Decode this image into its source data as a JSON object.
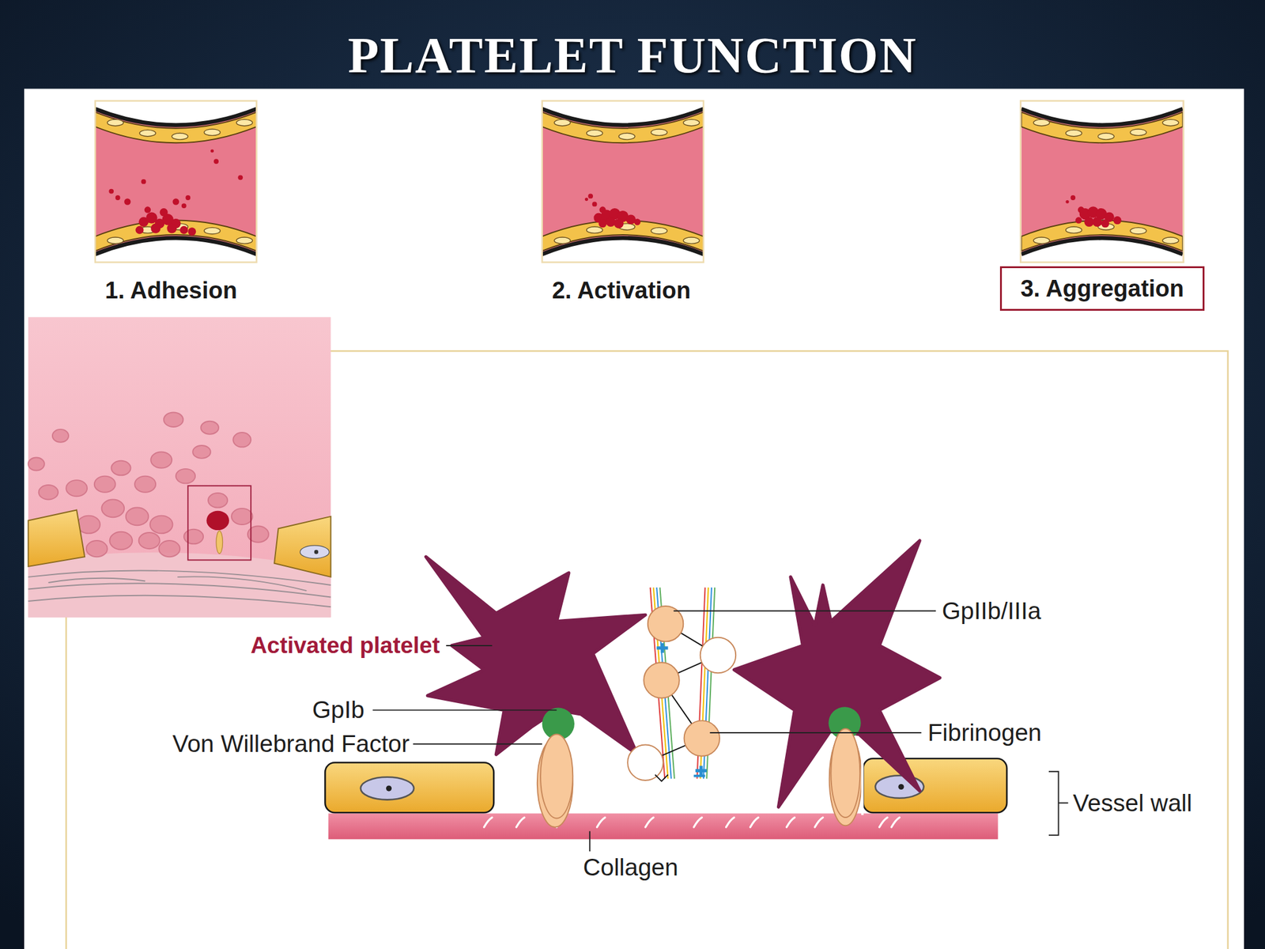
{
  "diagram": {
    "title": "PLATELET FUNCTION",
    "nodes": [
      {
        "text": [
          "1. Adhesion"
        ]
      },
      {
        "text": [
          "2. Activation"
        ]
      },
      {
        "text": [
          "3. Aggregation"
        ]
      }
    ],
    "labels": [
      "GpIIb/IIIa",
      "Activated platelet",
      "GpIb",
      "Von Willebrand Factor",
      "Fibrinogen",
      "Vessel wall",
      "Collagen"
    ]
  }
}
